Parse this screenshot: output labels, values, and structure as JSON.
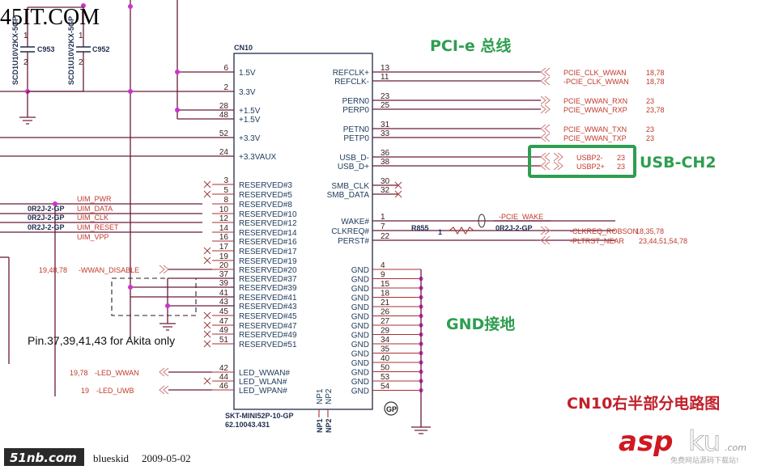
{
  "watermark_top": "45IT.COM",
  "connector": {
    "ref": "CN10",
    "part": "SKT-MINI52P-10-GP",
    "part_number": "62.10043.431",
    "gp_badge": "GP",
    "left_pins": [
      {
        "num": "6",
        "name": "1.5V"
      },
      {
        "num": "2",
        "name": "3.3V"
      },
      {
        "num": "28",
        "name": "+1.5V"
      },
      {
        "num": "48",
        "name": "+1.5V"
      },
      {
        "num": "52",
        "name": "+3.3V"
      },
      {
        "num": "24",
        "name": "+3.3VAUX"
      },
      {
        "num": "3",
        "name": "RESERVED#3"
      },
      {
        "num": "5",
        "name": "RESERVED#5"
      },
      {
        "num": "8",
        "name": "RESERVED#8"
      },
      {
        "num": "10",
        "name": "RESERVED#10"
      },
      {
        "num": "12",
        "name": "RESERVED#12"
      },
      {
        "num": "14",
        "name": "RESERVED#14"
      },
      {
        "num": "16",
        "name": "RESERVED#16"
      },
      {
        "num": "17",
        "name": "RESERVED#17"
      },
      {
        "num": "19",
        "name": "RESERVED#19"
      },
      {
        "num": "20",
        "name": "RESERVED#20"
      },
      {
        "num": "37",
        "name": "RESERVED#37"
      },
      {
        "num": "39",
        "name": "RESERVED#39"
      },
      {
        "num": "41",
        "name": "RESERVED#41"
      },
      {
        "num": "43",
        "name": "RESERVED#43"
      },
      {
        "num": "45",
        "name": "RESERVED#45"
      },
      {
        "num": "47",
        "name": "RESERVED#47"
      },
      {
        "num": "49",
        "name": "RESERVED#49"
      },
      {
        "num": "51",
        "name": "RESERVED#51"
      },
      {
        "num": "42",
        "name": "LED_WWAN#"
      },
      {
        "num": "44",
        "name": "LED_WLAN#"
      },
      {
        "num": "46",
        "name": "LED_WPAN#"
      }
    ],
    "right_pins": [
      {
        "num": "13",
        "name": "REFCLK+"
      },
      {
        "num": "11",
        "name": "REFCLK-"
      },
      {
        "num": "23",
        "name": "PERN0"
      },
      {
        "num": "25",
        "name": "PERP0"
      },
      {
        "num": "31",
        "name": "PETN0"
      },
      {
        "num": "33",
        "name": "PETP0"
      },
      {
        "num": "36",
        "name": "USB_D-"
      },
      {
        "num": "38",
        "name": "USB_D+"
      },
      {
        "num": "30",
        "name": "SMB_CLK"
      },
      {
        "num": "32",
        "name": "SMB_DATA"
      },
      {
        "num": "1",
        "name": "WAKE#"
      },
      {
        "num": "7",
        "name": "CLKREQ#"
      },
      {
        "num": "22",
        "name": "PERST#"
      }
    ],
    "gnd_pins": [
      "4",
      "9",
      "15",
      "18",
      "21",
      "26",
      "27",
      "29",
      "34",
      "35",
      "40",
      "50",
      "53",
      "54"
    ],
    "gnd_label": "GND",
    "np_pins": [
      "NP1",
      "NP2"
    ]
  },
  "capacitors": [
    {
      "ref": "C953",
      "value": "SCD1U10V2KX-5GP",
      "pin1": "1",
      "pin2": "2"
    },
    {
      "ref": "C952",
      "value": "SCD1U10V2KX-5GP",
      "pin1": "1",
      "pin2": "2"
    }
  ],
  "nets_right": [
    {
      "label": "PCIE_CLK_WWAN",
      "refs": "18,78"
    },
    {
      "label": "-PCIE_CLK_WWAN",
      "refs": "18,78"
    },
    {
      "label": "PCIE_WWAN_RXN",
      "refs": "23"
    },
    {
      "label": "PCIE_WWAN_RXP",
      "refs": "23,78"
    },
    {
      "label": "PCIE_WWAN_TXN",
      "refs": "23"
    },
    {
      "label": "PCIE_WWAN_TXP",
      "refs": "23"
    },
    {
      "label": "USBP2-",
      "refs": "23"
    },
    {
      "label": "USBP2+",
      "refs": "23"
    },
    {
      "label": "-PCIE_WAKE",
      "refs": ""
    },
    {
      "label": "-CLKREQ_ROBSON",
      "refs": "18,35,78"
    },
    {
      "label": "-PLTRST_NEAR",
      "refs": "23,44,51,54,78"
    }
  ],
  "resistor": {
    "ref": "R855",
    "value": "0R2J-2-GP",
    "pin": "1"
  },
  "uim": {
    "resistor_value": "0R2J-2-GP",
    "nets": [
      "UIM_PWR",
      "UIM_DATA",
      "UIM_CLK",
      "UIM_RESET",
      "UIM_VPP"
    ]
  },
  "nets_left": [
    {
      "label": "-WWAN_DISABLE",
      "refs": "19,48,78"
    },
    {
      "label": "-LED_WWAN",
      "refs": "19,78"
    },
    {
      "label": "-LED_UWB",
      "refs": "19"
    }
  ],
  "annotations": {
    "pcie": "PCI-e 总线",
    "usb": "USB-CH2",
    "gnd": "GND接地",
    "title": "CN10右半部分电路图",
    "akita_note": "Pin.37,39,41,43 for Akita only"
  },
  "footer": {
    "logo": "51nb.com",
    "author": "blueskid",
    "date": "2009-05-02",
    "brand_main": "asp",
    "brand_ku": "ku",
    "brand_com": ".com",
    "brand_tagline": "免费网站源码下载站!"
  },
  "colors": {
    "accent_green": "#2e9e4f",
    "accent_red": "#c0202a",
    "net_red": "#c0392b",
    "junction": "#cc33cc"
  }
}
